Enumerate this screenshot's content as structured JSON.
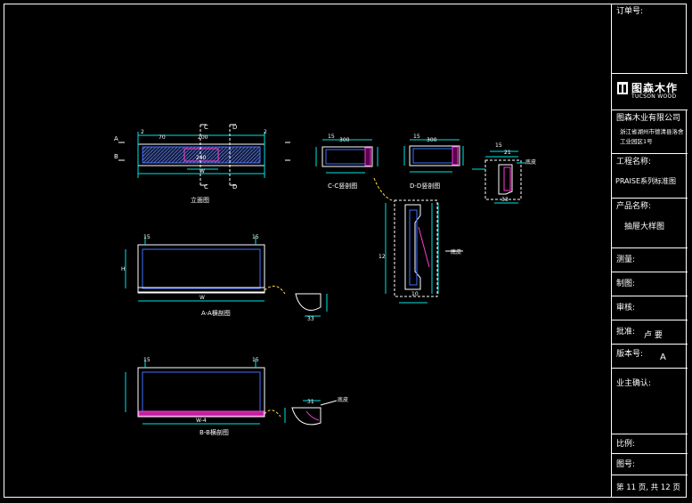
{
  "title_block": {
    "order_no_label": "订单号:",
    "logo_cn": "图森木作",
    "logo_en": "TUCSON WOOD",
    "company": "图森木业有限公司",
    "address_line1": "浙江省湖州市德清县洛舍",
    "address_line2": "工业园区1号",
    "project_label": "工程名称:",
    "project_value": "PRAISE系列标准图",
    "product_label": "产品名称:",
    "product_value": "抽屉大样图",
    "survey_label": "测量:",
    "drawn_label": "制图:",
    "review_label": "审核:",
    "approve_label": "批准:",
    "approve_value": "卢   要",
    "version_label": "版本号:",
    "version_value": "A",
    "owner_label": "业主确认:",
    "scale_label": "比例:",
    "drawing_no_label": "图号:",
    "page_text": "第 11 页, 共 12 页"
  },
  "drawing": {
    "elevation": {
      "caption": "立面图",
      "section_c": "C",
      "section_d": "D",
      "section_a": "A",
      "section_b": "B",
      "dim_top_left": "2",
      "dim_top_right": "2",
      "dim_70": "70",
      "dim_200": "200",
      "dim_240": "240",
      "dim_w": "W"
    },
    "aa_section": {
      "caption": "A-A横剖图",
      "dim_15_left": "15",
      "dim_15_right": "15",
      "dim_h": "H",
      "dim_w": "W",
      "dim_33": "33"
    },
    "bb_section": {
      "caption": "B-B横剖图",
      "dim_15_left": "15",
      "dim_15_right": "15",
      "dim_w4": "W-4",
      "dim_31": "31",
      "note": "底皮"
    },
    "cc_section": {
      "caption": "C-C竖剖图",
      "dim_15": "15",
      "dim_300": "300"
    },
    "dd_section": {
      "caption": "D-D竖剖图",
      "dim_15": "15",
      "dim_300": "300"
    },
    "detail": {
      "note_top": "底皮",
      "note_mid": "底皮",
      "dim_15": "15",
      "dim_21": "21",
      "dim_33": "33",
      "dim_12": "12",
      "dim_10": "10"
    }
  }
}
